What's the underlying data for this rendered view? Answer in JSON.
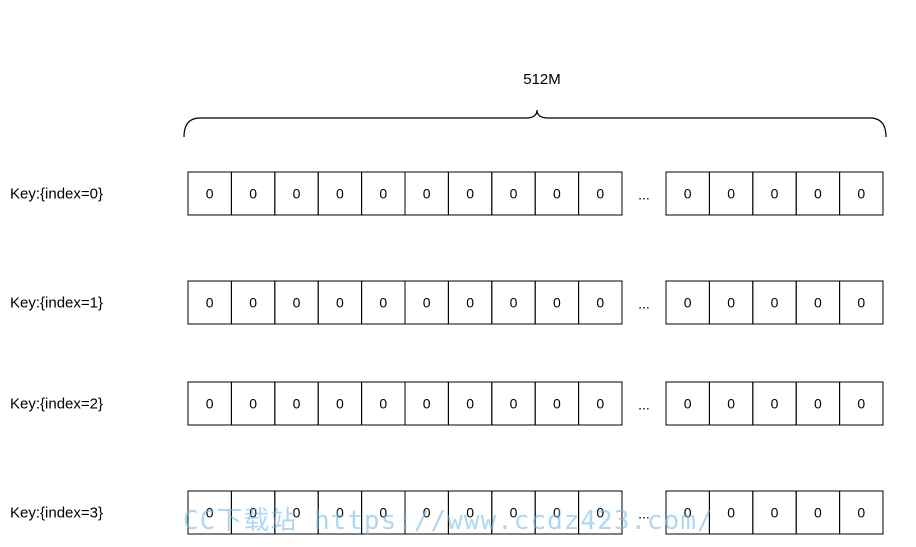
{
  "size_label": "512M",
  "rows": [
    {
      "label": "Key:{index=0}",
      "left_cells": [
        "0",
        "0",
        "0",
        "0",
        "0",
        "0",
        "0",
        "0",
        "0",
        "0"
      ],
      "ellipsis": "...",
      "right_cells": [
        "0",
        "0",
        "0",
        "0",
        "0"
      ]
    },
    {
      "label": "Key:{index=1}",
      "left_cells": [
        "0",
        "0",
        "0",
        "0",
        "0",
        "0",
        "0",
        "0",
        "0",
        "0"
      ],
      "ellipsis": "...",
      "right_cells": [
        "0",
        "0",
        "0",
        "0",
        "0"
      ]
    },
    {
      "label": "Key:{index=2}",
      "left_cells": [
        "0",
        "0",
        "0",
        "0",
        "0",
        "0",
        "0",
        "0",
        "0",
        "0"
      ],
      "ellipsis": "...",
      "right_cells": [
        "0",
        "0",
        "0",
        "0",
        "0"
      ]
    },
    {
      "label": "Key:{index=3}",
      "left_cells": [
        "0",
        "0",
        "0",
        "0",
        "0",
        "0",
        "0",
        "0",
        "0",
        "0"
      ],
      "ellipsis": "...",
      "right_cells": [
        "0",
        "0",
        "0",
        "0",
        "0"
      ]
    }
  ],
  "watermark": "CC下载站 https://www.ccdz423.com/",
  "colors": {
    "line": "#000000",
    "watermark": "#6fb7e8"
  }
}
